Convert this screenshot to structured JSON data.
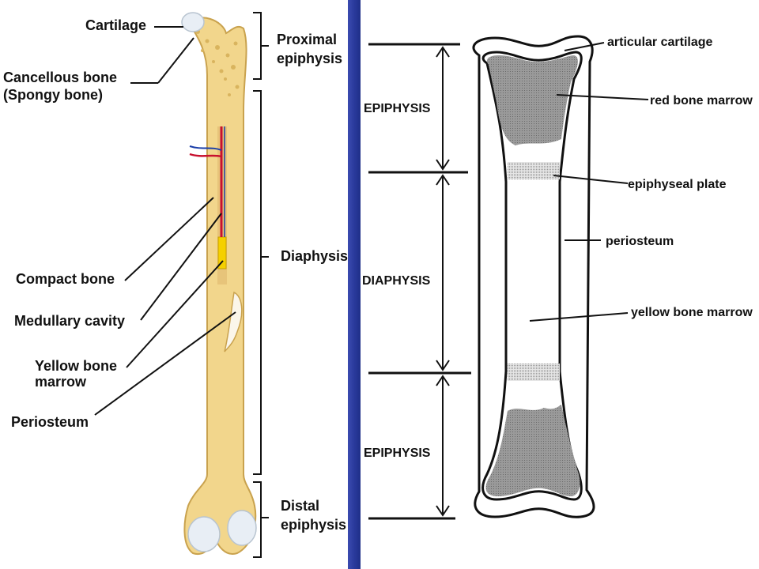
{
  "left_diagram": {
    "labels": {
      "cartilage": "Cartilage",
      "cancellous_line1": "Cancellous bone",
      "cancellous_line2": "(Spongy bone)",
      "compact_bone": "Compact bone",
      "medullary_cavity": "Medullary cavity",
      "yellow_marrow_line1": "Yellow bone",
      "yellow_marrow_line2": "marrow",
      "periosteum": "Periosteum"
    },
    "regions": {
      "proximal_line1": "Proximal",
      "proximal_line2": "epiphysis",
      "diaphysis": "Diaphysis",
      "distal_line1": "Distal",
      "distal_line2": "epiphysis"
    }
  },
  "right_diagram": {
    "labels": {
      "articular_cartilage": "articular cartilage",
      "red_bone_marrow": "red bone marrow",
      "epiphyseal_plate": "epiphyseal plate",
      "periosteum": "periosteum",
      "yellow_bone_marrow": "yellow bone marrow"
    },
    "regions": {
      "epiphysis_top": "EPIPHYSIS",
      "diaphysis": "DIAPHYSIS",
      "epiphysis_bottom": "EPIPHYSIS"
    }
  },
  "colors": {
    "bone": "#f2d68c",
    "bone_edge": "#c9a24e",
    "marrow_yellow": "#f5d000",
    "vessel_red": "#c8102e",
    "vessel_blue": "#1a3ea8",
    "divider": "#2a3a9c",
    "gray_marrow": "#8a8a8a"
  }
}
